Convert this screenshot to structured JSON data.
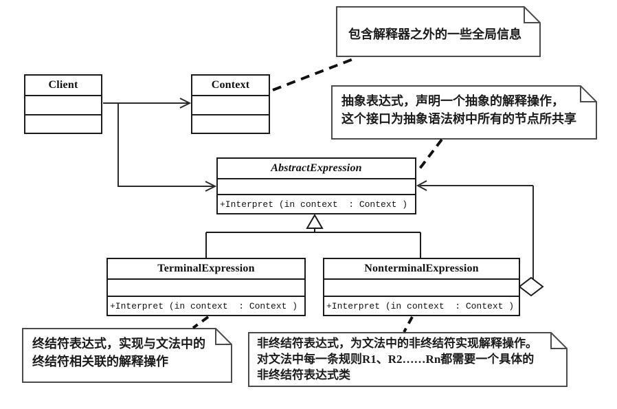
{
  "classes": {
    "client": {
      "name": "Client"
    },
    "context": {
      "name": "Context"
    },
    "abstract_expression": {
      "name": "AbstractExpression",
      "method": "+Interpret (in context  : Context )"
    },
    "terminal_expression": {
      "name": "TerminalExpression",
      "method": "+Interpret (in context  : Context )"
    },
    "nonterminal_expression": {
      "name": "NonterminalExpression",
      "method": "+Interpret (in context  : Context )"
    }
  },
  "notes": {
    "context_note": "包含解释器之外的一些全局信息",
    "abstract_note": "抽象表达式，声明一个抽象的解释操作，\n这个接口为抽象语法树中所有的节点所共享",
    "terminal_note": "终结符表达式，实现与文法中的\n终结符相关联的解释操作",
    "nonterminal_note": "非终结符表达式，为文法中的非终结符实现解释操作。\n对文法中每一条规则R1、R2……Rn都需要一个具体的\n非终结符表达式类"
  },
  "colors": {
    "line": "#1a1a1a",
    "note_border": "#4a4a4a",
    "background": "#ffffff"
  }
}
